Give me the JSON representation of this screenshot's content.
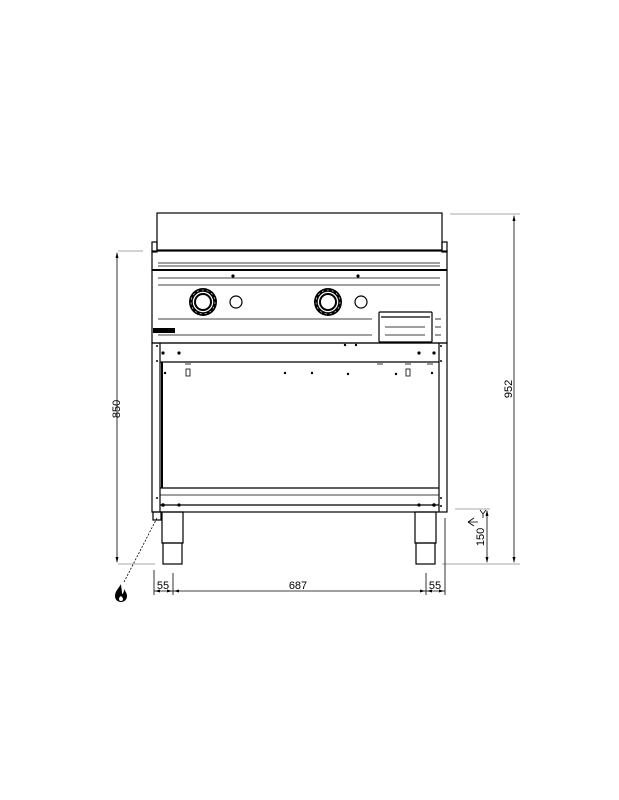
{
  "drawing": {
    "title": "Front elevation - griddle on open cabinet base",
    "view": "front",
    "units": "mm",
    "line_color": "#000000",
    "dimension_line_color": "#8a8a8a"
  },
  "dimensions": {
    "total_height": "952",
    "worktop_height": "850",
    "leg_height": "150",
    "left_offset": "55",
    "center_width": "687",
    "right_offset": "55"
  },
  "components": {
    "control_knobs": 2,
    "pilot_lights": 2,
    "grease_drawer": 1,
    "legs_visible": 2
  },
  "icons": {
    "gas_connection": "flame-icon"
  }
}
